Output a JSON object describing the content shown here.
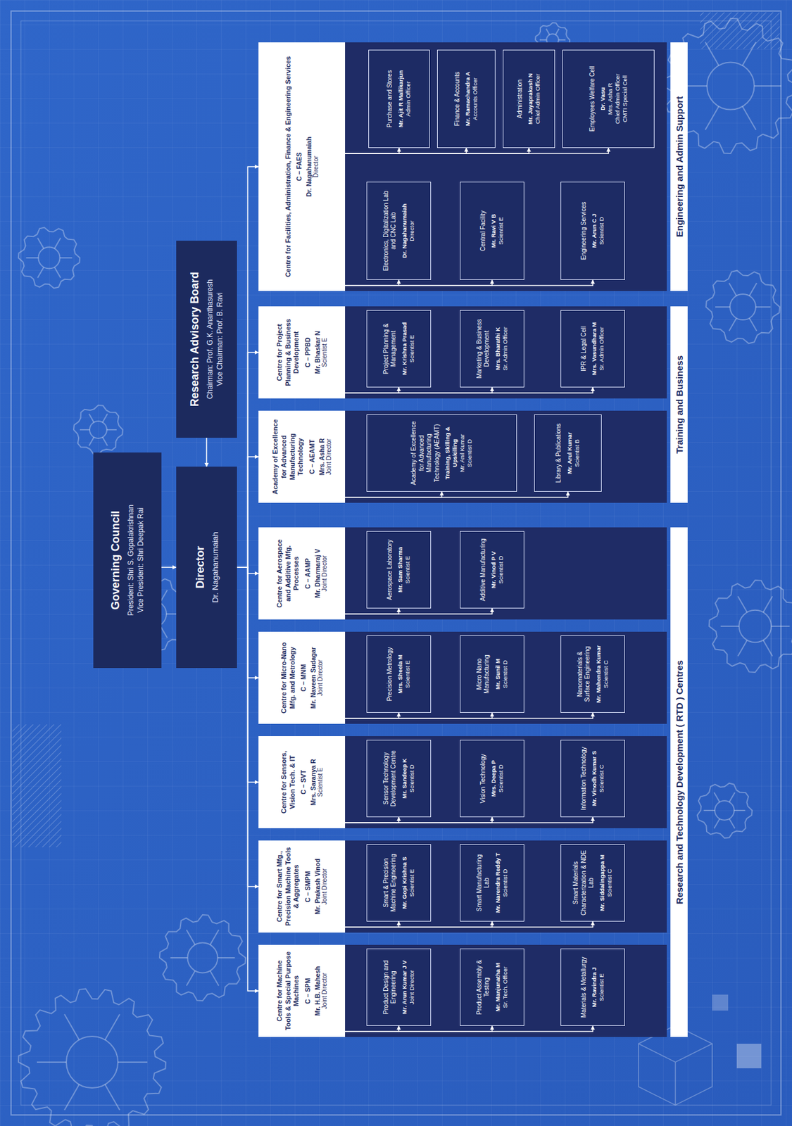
{
  "diagram": {
    "nodes": [
      {
        "text": [
          "Governing Council",
          "President: Shri S. Gopalakrishnan",
          "Vice President: Shri Deepak Rai"
        ]
      },
      {
        "text": [
          "Director",
          "Dr. Nagahanumaiah"
        ]
      },
      {
        "text": [
          "Research Advisory Board",
          "Chairman: Prof. G.K. Ananthasuresh",
          "Vice Chairman: Prof. B. Ravi"
        ]
      },
      {
        "text": [
          "Centre for Machine Tools & Special Purpose Machines",
          "C – SPM",
          "Mr. H.B. Mahesh",
          "Joint Director"
        ]
      },
      {
        "text": [
          "Product Design and Engineering",
          "Mr. Arun Kumar J V",
          "Joint Director"
        ]
      },
      {
        "text": [
          "Product Assembly & Testing",
          "Mr. Manjunatha M",
          "Sr. Tech. Officer"
        ]
      },
      {
        "text": [
          "Materials & Metallurgy",
          "Mr. Ravindra J",
          "Scientist E"
        ]
      },
      {
        "text": [
          "Centre for Smart Mfg., Precision Machine Tools & Aggregates",
          "C – SMPM",
          "Mr. Prakash Vinod",
          "Joint Director"
        ]
      },
      {
        "text": [
          "Smart & Precision Machine Engineering",
          "Mr. Gopi Krishna S",
          "Scientist E"
        ]
      },
      {
        "text": [
          "Smart Manufacturing Lab",
          "Mr. Narendra Reddy T",
          "Scientist D"
        ]
      },
      {
        "text": [
          "Smart Materials Characterization & NDE Lab",
          "Mr. Siddalingappa M",
          "Scientist C"
        ]
      },
      {
        "text": [
          "Centre for Sensors, Vision Tech. & IT",
          "C – SVT",
          "Mrs. Saranya R",
          "Scientist E"
        ]
      },
      {
        "text": [
          "Sensor Technology Development Centre",
          "Mr. Sandeep K",
          "Scientist D"
        ]
      },
      {
        "text": [
          "Vision Technology",
          "Mrs. Deepa P",
          "Scientist D"
        ]
      },
      {
        "text": [
          "Information Technology",
          "Mr. Vinodh Kumar S",
          "Scientist C"
        ]
      },
      {
        "text": [
          "Centre for Micro-Nano Mfg. and Metrology",
          "C – MNM",
          "Mr. Naveen Sudagar",
          "Joint Director"
        ]
      },
      {
        "text": [
          "Precision Metrology",
          "Mrs. Sheela M",
          "Scientist E"
        ]
      },
      {
        "text": [
          "Micro Nano Manufacturing",
          "Mr. Sunil M",
          "Scientist D"
        ]
      },
      {
        "text": [
          "Nanomaterials & Surface Engineering",
          "Mr. Mahendra Kumar",
          "Scientist C"
        ]
      },
      {
        "text": [
          "Centre for Aerospace and Additive Mfg. Processes",
          "C – AAMP",
          "Mr. Dharmaraj V",
          "Joint Director"
        ]
      },
      {
        "text": [
          "Aerospace Laboratory",
          "Mr. Sam Sharma",
          "Scientist E"
        ]
      },
      {
        "text": [
          "Additive Manufacturing",
          "Mr. Vinod P V",
          "Scientist D"
        ]
      },
      {
        "text": [
          "Academy of Excellence for Advanced Manufacturing Technology",
          "C – AEAMT",
          "Mrs. Asha R",
          "Joint Director"
        ]
      },
      {
        "text": [
          "Academy of Excellence for Advanced Manufacturing Technology (AEAMT)",
          "Training, Skilling & Upskilling",
          "Mr. Anil Kumar",
          "Scientist D"
        ]
      },
      {
        "text": [
          "Library & Publications",
          "Mr. Arul Kumar",
          "Scientist B"
        ]
      },
      {
        "text": [
          "Centre for Project Planning & Business Development",
          "C – PPBD",
          "Mr. Bhaskar N",
          "Scientist E"
        ]
      },
      {
        "text": [
          "Project Planning & Management",
          "Mr. Krishna Prasad",
          "Scientist E"
        ]
      },
      {
        "text": [
          "Marketing & Business Development",
          "Mrs. Bharathi K",
          "Sr. Admin Officer"
        ]
      },
      {
        "text": [
          "IPR & Legal Cell",
          "Mrs. Vasundhara M",
          "Sr. Admin Officer"
        ]
      },
      {
        "text": [
          "Centre for Facilities, Administration, Finance & Engineering Services",
          "C – FAES",
          "Dr. Nagahanumaiah",
          "Director"
        ]
      },
      {
        "text": [
          "Electronics, Digitalization Lab and CNC Lab",
          "Dr. Nagahanumaiah",
          "Director"
        ]
      },
      {
        "text": [
          "Central Facility",
          "Mr. Ravi V B",
          "Scientist E"
        ]
      },
      {
        "text": [
          "Engineering Services",
          "Mr. Arun C J",
          "Scientist D"
        ]
      },
      {
        "text": [
          "Purchase and Stores",
          "Mr. Ajit R Mallikarjun",
          "Admin Officer"
        ]
      },
      {
        "text": [
          "Finance & Accounts",
          "Mr. Ramachandra A",
          "Accounts Officer"
        ]
      },
      {
        "text": [
          "Administration",
          "Mr. Jayaprakash N",
          "Chief Admin Officer"
        ]
      },
      {
        "text": [
          "Employees Welfare Cell",
          "Dr. Vasu",
          "Mrs. Asha R",
          "Chief Admin Officer",
          "CMTI Special Cell"
        ]
      },
      {
        "text": [
          "Research and Technology Development ( RTD ) Centres"
        ]
      },
      {
        "text": [
          "Training and Business"
        ]
      },
      {
        "text": [
          "Engineering and Admin Support"
        ]
      }
    ],
    "edges": [
      {
        "from": 0,
        "to": 1,
        "arrow": "to"
      },
      {
        "from": 2,
        "to": 1,
        "arrow": "to"
      },
      {
        "from": 1,
        "to": 3,
        "arrow": "to"
      },
      {
        "from": 1,
        "to": 7,
        "arrow": "to"
      },
      {
        "from": 1,
        "to": 11,
        "arrow": "to"
      },
      {
        "from": 1,
        "to": 15,
        "arrow": "to"
      },
      {
        "from": 1,
        "to": 19,
        "arrow": "to"
      },
      {
        "from": 1,
        "to": 22,
        "arrow": "to"
      },
      {
        "from": 1,
        "to": 25,
        "arrow": "to"
      },
      {
        "from": 1,
        "to": 29,
        "arrow": "to"
      },
      {
        "from": 3,
        "to": 4,
        "arrow": "to"
      },
      {
        "from": 3,
        "to": 5,
        "arrow": "to"
      },
      {
        "from": 3,
        "to": 6,
        "arrow": "to"
      },
      {
        "from": 7,
        "to": 8,
        "arrow": "to"
      },
      {
        "from": 7,
        "to": 9,
        "arrow": "to"
      },
      {
        "from": 7,
        "to": 10,
        "arrow": "to"
      },
      {
        "from": 11,
        "to": 12,
        "arrow": "to"
      },
      {
        "from": 11,
        "to": 13,
        "arrow": "to"
      },
      {
        "from": 11,
        "to": 14,
        "arrow": "to"
      },
      {
        "from": 15,
        "to": 16,
        "arrow": "to"
      },
      {
        "from": 15,
        "to": 17,
        "arrow": "to"
      },
      {
        "from": 15,
        "to": 18,
        "arrow": "to"
      },
      {
        "from": 19,
        "to": 20,
        "arrow": "to"
      },
      {
        "from": 19,
        "to": 21,
        "arrow": "to"
      },
      {
        "from": 22,
        "to": 23,
        "arrow": "to"
      },
      {
        "from": 22,
        "to": 24,
        "arrow": "to"
      },
      {
        "from": 25,
        "to": 26,
        "arrow": "to"
      },
      {
        "from": 25,
        "to": 27,
        "arrow": "to"
      },
      {
        "from": 25,
        "to": 28,
        "arrow": "to"
      },
      {
        "from": 29,
        "to": 30,
        "arrow": "to"
      },
      {
        "from": 29,
        "to": 31,
        "arrow": "to"
      },
      {
        "from": 29,
        "to": 32,
        "arrow": "to"
      },
      {
        "from": 29,
        "to": 33,
        "arrow": "to"
      },
      {
        "from": 29,
        "to": 34,
        "arrow": "to"
      },
      {
        "from": 29,
        "to": 35,
        "arrow": "to"
      },
      {
        "from": 29,
        "to": 36,
        "arrow": "to"
      }
    ]
  }
}
